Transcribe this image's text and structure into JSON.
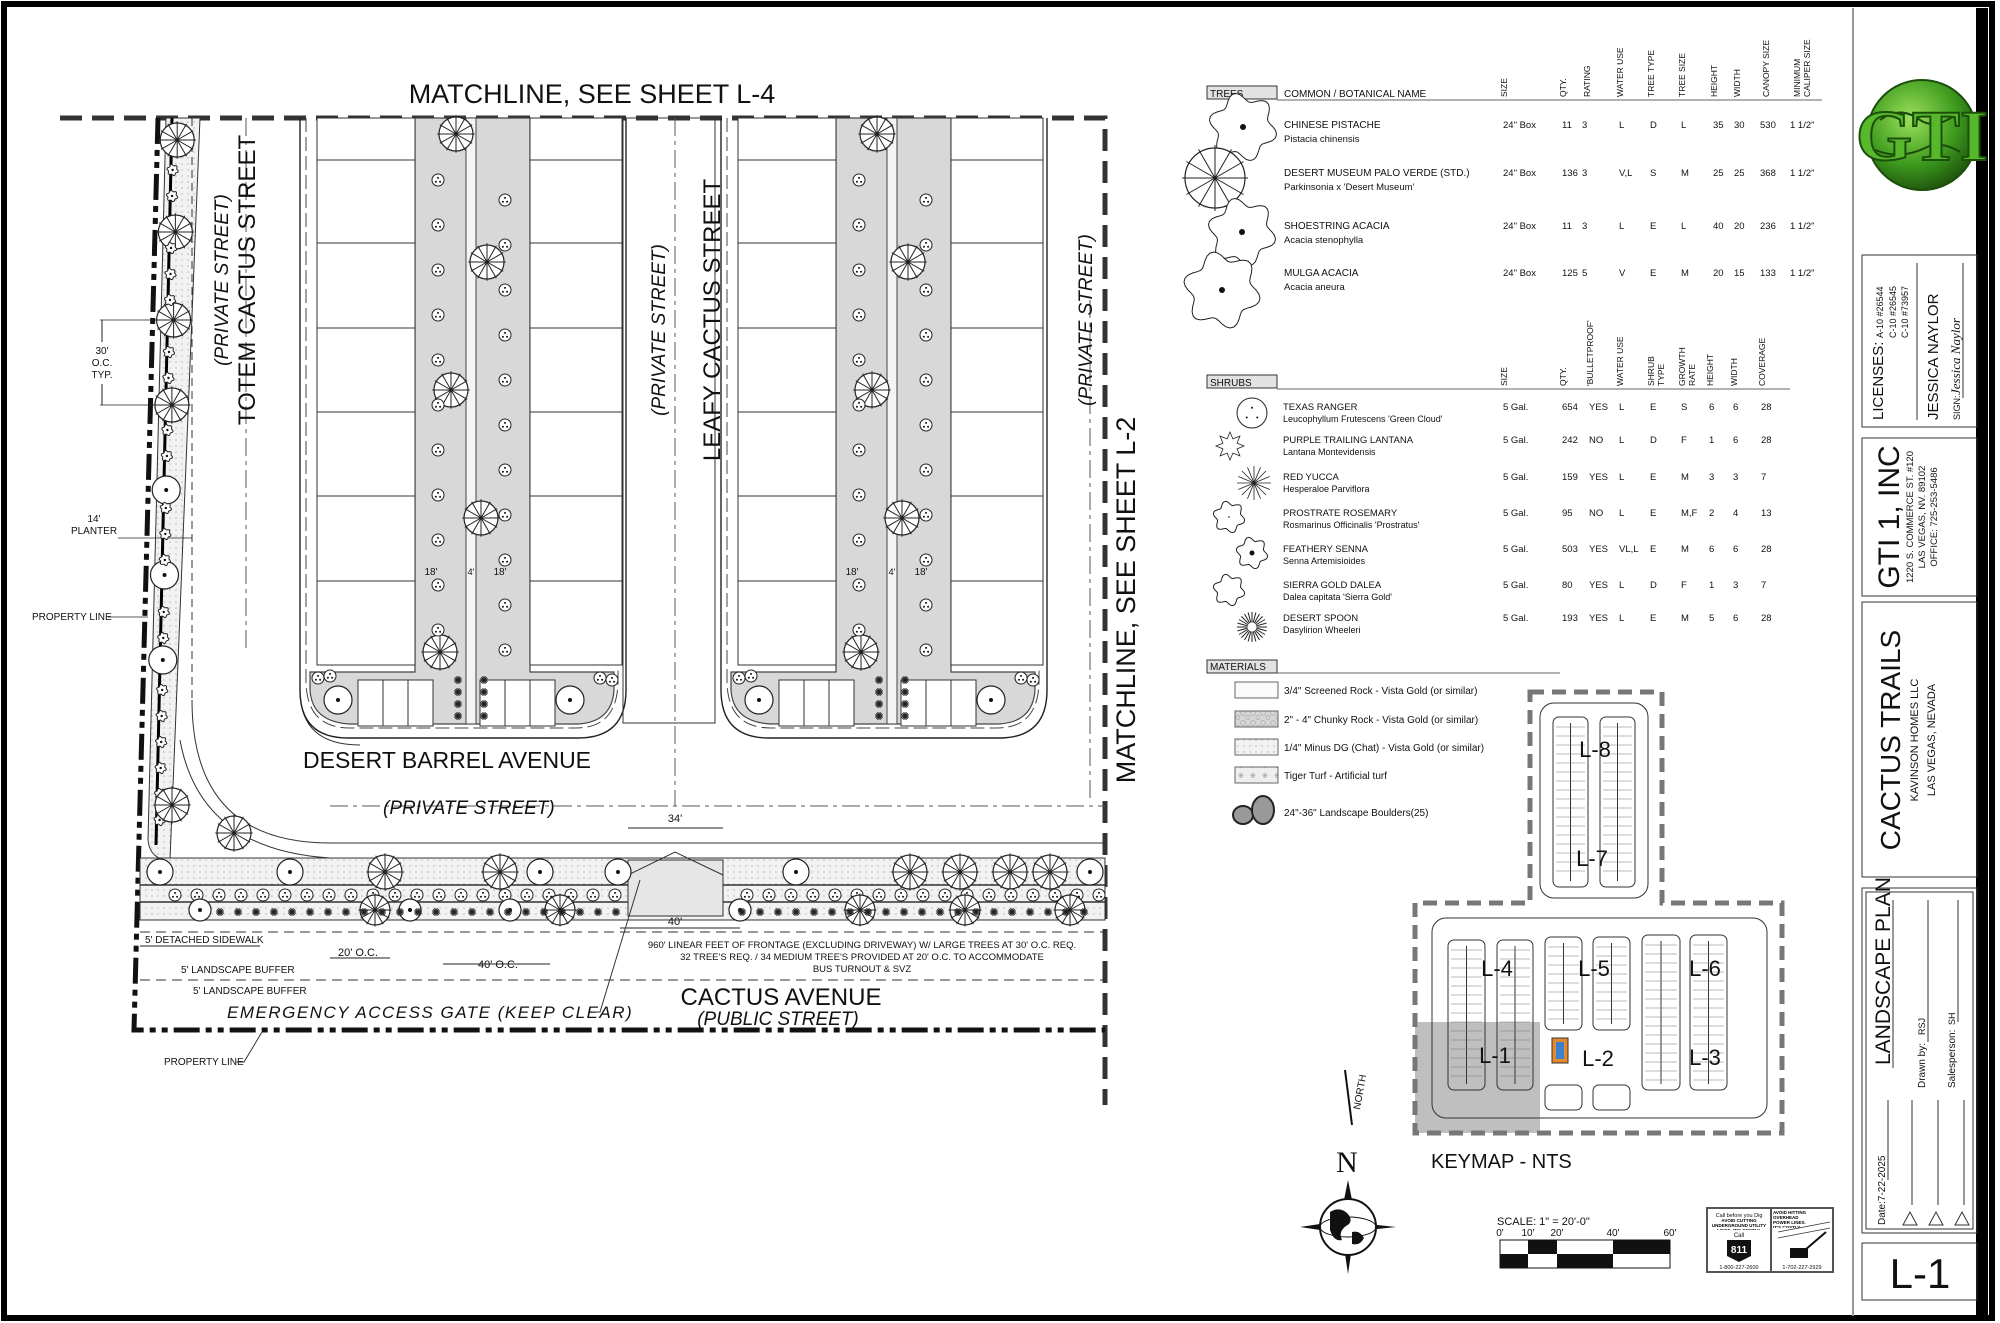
{
  "sheet": {
    "matchline_top": "MATCHLINE, SEE SHEET L-4",
    "matchline_right": "MATCHLINE, SEE SHEET L-2",
    "sheet_number": "L-1"
  },
  "plan": {
    "streets": [
      {
        "name": "TOTEM CACTUS STREET",
        "type": "(PRIVATE STREET)"
      },
      {
        "name": "LEAFY CACTUS STREET",
        "type": "(PRIVATE STREET)"
      },
      {
        "name": "",
        "type": "(PRIVATE STREET)"
      },
      {
        "name": "DESERT BARREL AVENUE",
        "type": "(PRIVATE STREET)"
      },
      {
        "name": "CACTUS AVENUE",
        "type": "(PUBLIC STREET)"
      }
    ],
    "labels": {
      "oc_30": [
        "30'",
        "O.C.",
        "TYP."
      ],
      "planter_14": [
        "14'",
        "PLANTER"
      ],
      "property_line": "PROPERTY LINE",
      "detached_sidewalk": "5' DETACHED SIDEWALK",
      "landscape_buffer_1": "5' LANDSCAPE BUFFER",
      "landscape_buffer_2": "5' LANDSCAPE BUFFER",
      "emergency_gate": "EMERGENCY ACCESS GATE (KEEP CLEAR)",
      "oc_20": "20' O.C.",
      "oc_40": "40' O.C.",
      "dim_40": "40'",
      "dim_34": "34'",
      "dim_18": "18'",
      "dim_4": "4'",
      "frontage_note": [
        "960' LINEAR FEET OF FRONTAGE (EXCLUDING DRIVEWAY) W/ LARGE TREES AT 30' O.C. REQ.",
        "32 TREE'S REQ. / 34 MEDIUM TREE'S PROVIDED AT 20' O.C. TO ACCOMMODATE",
        "BUS TURNOUT & SVZ"
      ]
    }
  },
  "trees": {
    "section_label": "TREES",
    "headers": [
      "COMMON / BOTANICAL NAME",
      "SIZE",
      "QTY.",
      "RATING",
      "WATER USE",
      "TREE TYPE",
      "TREE SIZE",
      "HEIGHT",
      "WIDTH",
      "CANOPY SIZE",
      "MINIMUM",
      "CALIPER SIZE"
    ],
    "rows": [
      {
        "common": "CHINESE PISTACHE",
        "botanical": "Pistacia chinensis",
        "size": "24\" Box",
        "qty": "11",
        "rating": "3",
        "water": "L",
        "type": "D",
        "tsize": "L",
        "height": "35",
        "width": "30",
        "canopy": "530",
        "caliper": "1 1/2\""
      },
      {
        "common": "DESERT MUSEUM PALO VERDE (STD.)",
        "botanical": "Parkinsonia x 'Desert Museum'",
        "size": "24\" Box",
        "qty": "136",
        "rating": "3",
        "water": "V,L",
        "type": "S",
        "tsize": "M",
        "height": "25",
        "width": "25",
        "canopy": "368",
        "caliper": "1 1/2\""
      },
      {
        "common": "SHOESTRING ACACIA",
        "botanical": "Acacia stenophylla",
        "size": "24\" Box",
        "qty": "11",
        "rating": "3",
        "water": "L",
        "type": "E",
        "tsize": "L",
        "height": "40",
        "width": "20",
        "canopy": "236",
        "caliper": "1 1/2\""
      },
      {
        "common": "MULGA ACACIA",
        "botanical": "Acacia aneura",
        "size": "24\" Box",
        "qty": "125",
        "rating": "5",
        "water": "V",
        "type": "E",
        "tsize": "M",
        "height": "20",
        "width": "15",
        "canopy": "133",
        "caliper": "1 1/2\""
      }
    ]
  },
  "shrubs": {
    "section_label": "SHRUBS",
    "headers": [
      "SIZE",
      "QTY.",
      "'BULLETPROOF'",
      "WATER USE",
      "SHRUB",
      "TYPE",
      "GROWTH",
      "RATE",
      "HEIGHT",
      "WIDTH",
      "COVERAGE"
    ],
    "rows": [
      {
        "common": "TEXAS RANGER",
        "botanical": "Leucophyllum Frutescens 'Green Cloud'",
        "size": "5 Gal.",
        "qty": "654",
        "bulletproof": "YES",
        "water": "L",
        "type": "E",
        "growth": "S",
        "height": "6",
        "width": "6",
        "coverage": "28"
      },
      {
        "common": "PURPLE TRAILING LANTANA",
        "botanical": "Lantana Montevidensis",
        "size": "5 Gal.",
        "qty": "242",
        "bulletproof": "NO",
        "water": "L",
        "type": "D",
        "growth": "F",
        "height": "1",
        "width": "6",
        "coverage": "28"
      },
      {
        "common": "RED YUCCA",
        "botanical": "Hesperaloe Parviflora",
        "size": "5 Gal.",
        "qty": "159",
        "bulletproof": "YES",
        "water": "L",
        "type": "E",
        "growth": "M",
        "height": "3",
        "width": "3",
        "coverage": "7"
      },
      {
        "common": "PROSTRATE ROSEMARY",
        "botanical": "Rosmarinus Officinalis 'Prostratus'",
        "size": "5 Gal.",
        "qty": "95",
        "bulletproof": "NO",
        "water": "L",
        "type": "E",
        "growth": "M,F",
        "height": "2",
        "width": "4",
        "coverage": "13"
      },
      {
        "common": "FEATHERY SENNA",
        "botanical": "Senna Artemisioides",
        "size": "5 Gal.",
        "qty": "503",
        "bulletproof": "YES",
        "water": "VL,L",
        "type": "E",
        "growth": "M",
        "height": "6",
        "width": "6",
        "coverage": "28"
      },
      {
        "common": "SIERRA GOLD DALEA",
        "botanical": "Dalea capitata 'Sierra Gold'",
        "size": "5 Gal.",
        "qty": "80",
        "bulletproof": "YES",
        "water": "L",
        "type": "D",
        "growth": "F",
        "height": "1",
        "width": "3",
        "coverage": "7"
      },
      {
        "common": "DESERT SPOON",
        "botanical": "Dasylirion Wheeleri",
        "size": "5 Gal.",
        "qty": "193",
        "bulletproof": "YES",
        "water": "L",
        "type": "E",
        "growth": "M",
        "height": "5",
        "width": "6",
        "coverage": "28"
      }
    ]
  },
  "materials": {
    "section_label": "MATERIALS",
    "items": [
      "3/4\" Screened Rock - Vista Gold (or similar)",
      "2\" - 4\" Chunky Rock - Vista Gold (or similar)",
      "1/4\" Minus DG (Chat) - Vista Gold (or similar)",
      "Tiger Turf - Artificial turf",
      "24\"-36\" Landscape Boulders(25)"
    ]
  },
  "keymap": {
    "title": "KEYMAP - NTS",
    "sheets": [
      "L-1",
      "L-2",
      "L-3",
      "L-4",
      "L-5",
      "L-6",
      "L-7",
      "L-8"
    ],
    "highlighted": "L-1"
  },
  "north": {
    "letter": "N",
    "arrow_label": "NORTH"
  },
  "scale": {
    "label": "SCALE: 1\" = 20'-0\"",
    "ticks": [
      "0'",
      "10'",
      "20'",
      "40'",
      "60'"
    ]
  },
  "safety": {
    "call811_header": "Call before you Dig",
    "call811_text": "AVOID CUTTING UNDERGROUND UTILITY LINES. IT'S COSTLY.",
    "call811_call": "Call",
    "call811_number": "811",
    "call811_phone": "1-800-227-2600",
    "overhead_text": "AVOID HITTING OVERHEAD POWER LINES. IT'S COSTLY.",
    "overhead_phone": "1-702-227-2929"
  },
  "title_block": {
    "logo_text": "GTI",
    "brand_color": "#3d9a1e",
    "licenses_label": "LICENSES:",
    "licenses": [
      "A-10 #26544",
      "C-10 #26545",
      "C-10 #73957"
    ],
    "designer": "JESSICA NAYLOR",
    "sign_label": "SIGN:",
    "signature": "Jessica Naylor",
    "company": "GTI 1, INC",
    "company_address": [
      "1220 S. COMMERCE ST. #120",
      "LAS VEGAS, NV. 89102",
      "OFFICE: 725-253-5486"
    ],
    "project": "CACTUS TRAILS",
    "client": "KAVINSON HOMES LLC",
    "location": "LAS VEGAS, NEVADA",
    "drawing_title": "LANDSCAPE PLAN",
    "drawn_by_label": "Drawn by:",
    "drawn_by": "RSJ",
    "salesperson_label": "Salesperson:",
    "salesperson": "SH",
    "date_label": "Date:",
    "date": "7-22-2025"
  }
}
